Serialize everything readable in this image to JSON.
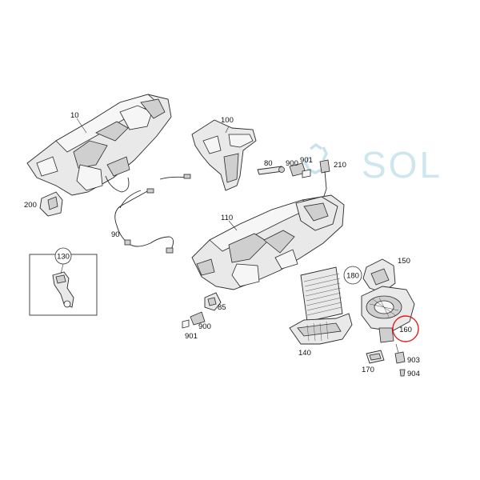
{
  "logo": {
    "text": "SOL",
    "color": "#c9e3ee"
  },
  "highlight_color": "#e01b1b",
  "callouts": [
    "10",
    "100",
    "80",
    "900",
    "901",
    "210",
    "200",
    "90",
    "110",
    "130",
    "150",
    "180",
    "85",
    "900",
    "901",
    "160",
    "140",
    "903",
    "170",
    "904"
  ],
  "highlighted_part": "160"
}
